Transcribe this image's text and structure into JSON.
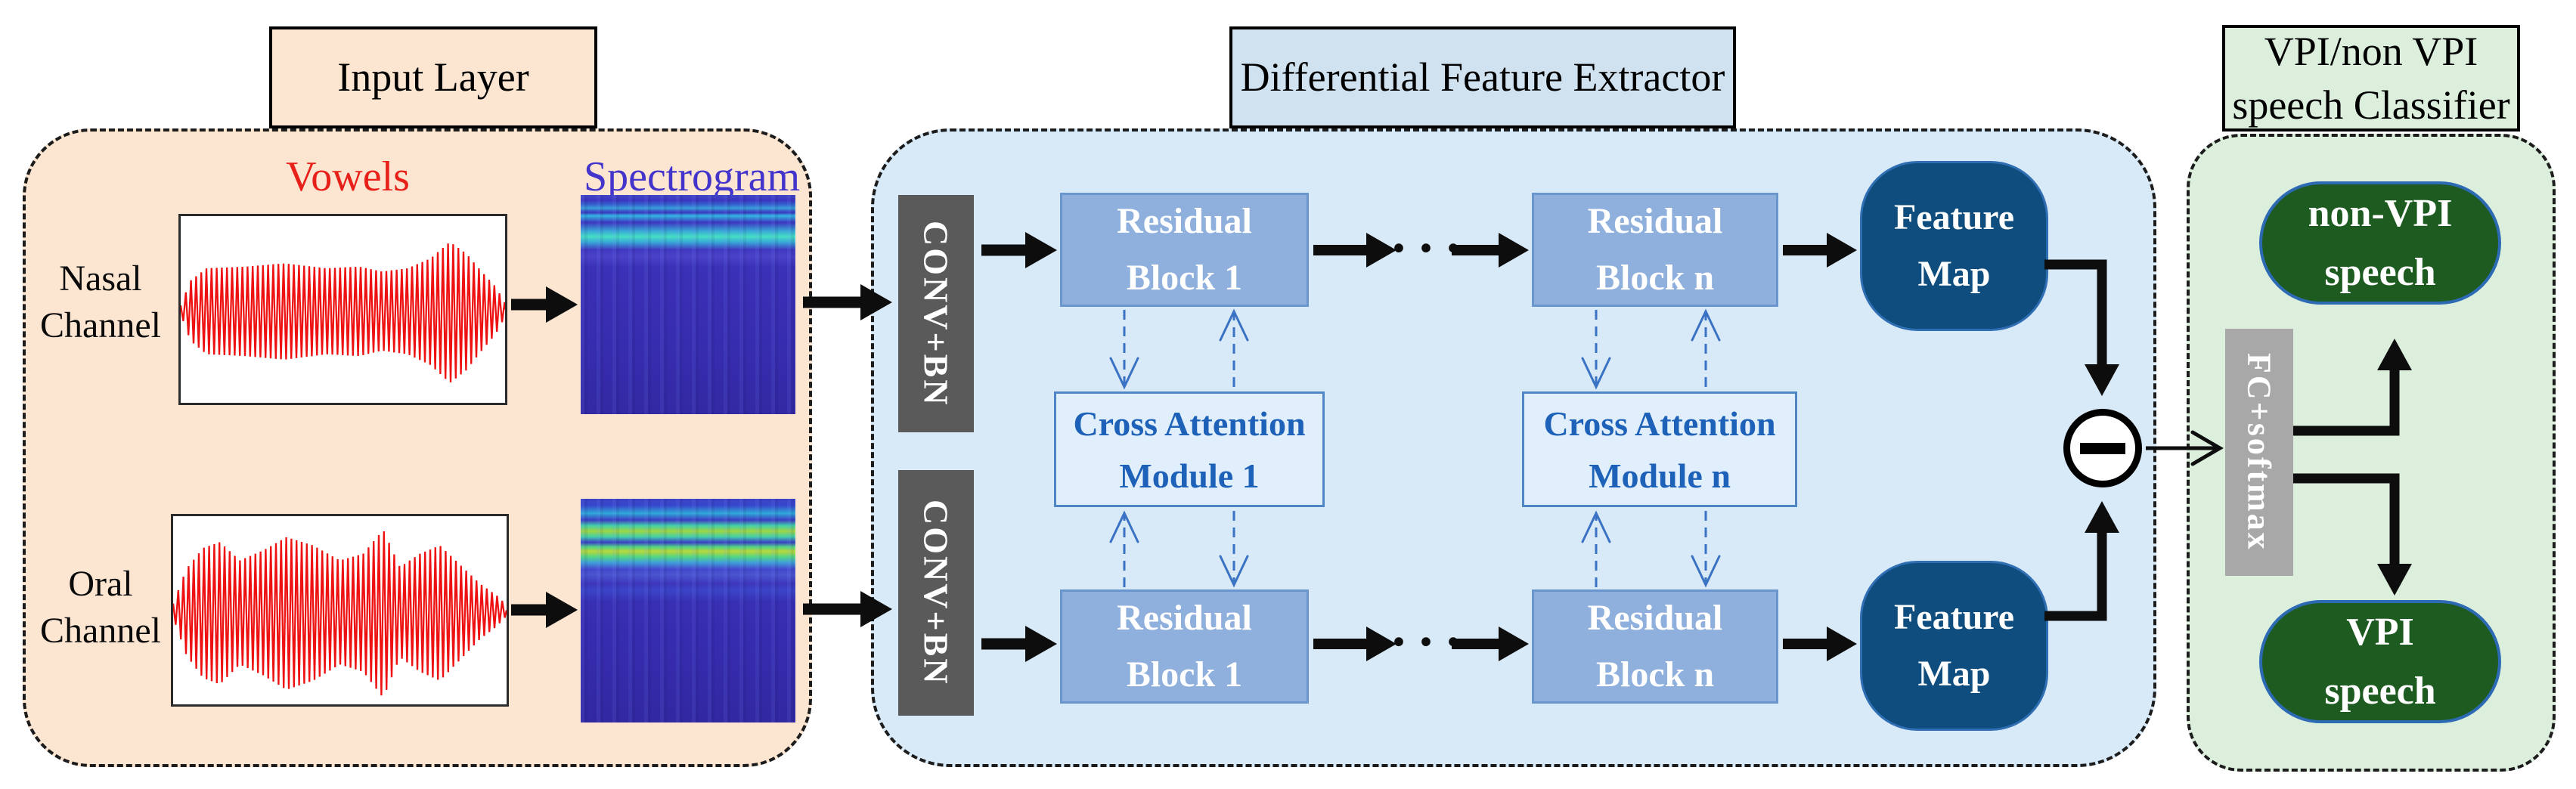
{
  "colors": {
    "input_bg": "#fce5d1",
    "extractor_bg": "#d8e9f7",
    "extractor_title_bg": "#d0e2f0",
    "classifier_bg": "#dcefdd",
    "residual_fill": "#8fb0dd",
    "residual_border": "#6b96cd",
    "cross_attention_fill": "#e1effc",
    "cross_attention_border": "#4f86c6",
    "cross_attention_text": "#1d62b8",
    "conv_bn_fill": "#5a5a5a",
    "fc_softmax_fill": "#a8a8a8",
    "feature_map_fill": "#0e4d7d",
    "speech_fill": "#1e5b20",
    "speech_border": "#2c6ab4",
    "vowels_text": "#e8201a",
    "spectrogram_text": "#4334cb",
    "waveform_color": "#ee1111",
    "dashed_arrow_color": "#3a72c4",
    "arrow_color": "#0d0d0d"
  },
  "icons": {
    "minus": "−"
  },
  "input_section": {
    "title": "Input Layer",
    "vowels_label": "Vowels",
    "spectrogram_label": "Spectrogram",
    "nasal_channel": {
      "line1": "Nasal",
      "line2": "Channel"
    },
    "oral_channel": {
      "line1": "Oral",
      "line2": "Channel"
    }
  },
  "extractor_section": {
    "title": "Differential Feature Extractor",
    "conv_bn_label": "CONV+BN",
    "residual_block_1": {
      "line1": "Residual",
      "line2": "Block 1"
    },
    "residual_block_n": {
      "line1": "Residual",
      "line2": "Block n"
    },
    "cross_attention_1": {
      "line1": "Cross Attention",
      "line2": "Module 1"
    },
    "cross_attention_n": {
      "line1": "Cross Attention",
      "line2": "Module n"
    },
    "feature_map": {
      "line1": "Feature",
      "line2": "Map"
    },
    "ellipsis": "···"
  },
  "classifier_section": {
    "title": {
      "line1": "VPI/non VPI",
      "line2": "speech Classifier"
    },
    "fc_softmax_label": "FC+softmax",
    "non_vpi_speech": {
      "line1": "non-VPI",
      "line2": "speech"
    },
    "vpi_speech": {
      "line1": "VPI",
      "line2": "speech"
    }
  }
}
